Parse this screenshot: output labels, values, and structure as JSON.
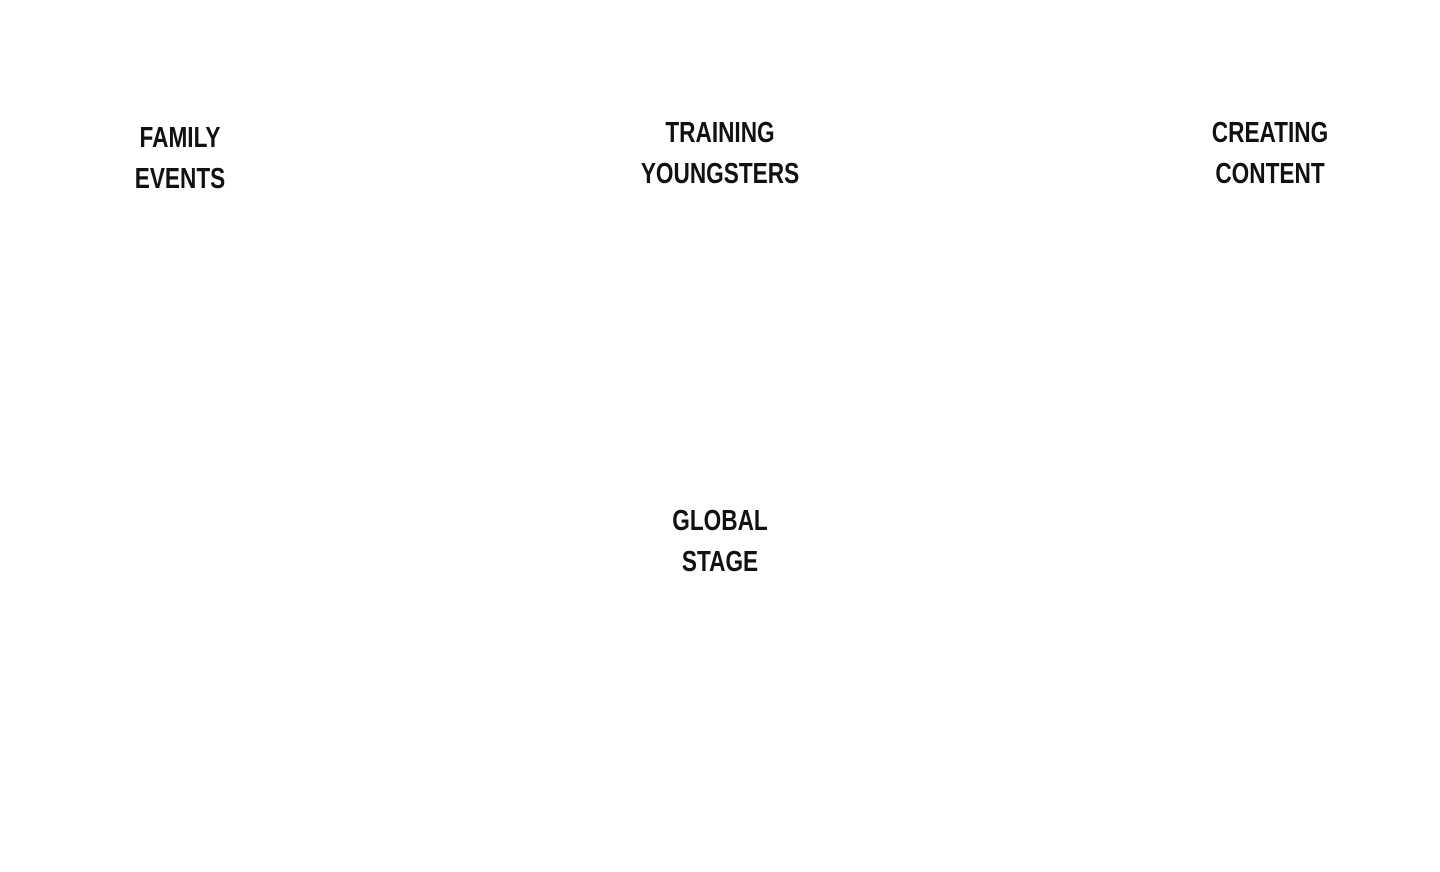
{
  "items": [
    {
      "id": "family-events",
      "line1": "FAMILY",
      "line2": "EVENTS"
    },
    {
      "id": "training-youngsters",
      "line1": "TRAINING",
      "line2": "YOUNGSTERS"
    },
    {
      "id": "creating-content",
      "line1": "CREATING",
      "line2": "CONTENT"
    },
    {
      "id": "global-stage",
      "line1": "GLOBAL",
      "line2": "STAGE"
    }
  ],
  "colors": {
    "background": "#ffffff",
    "text": "#111111"
  }
}
